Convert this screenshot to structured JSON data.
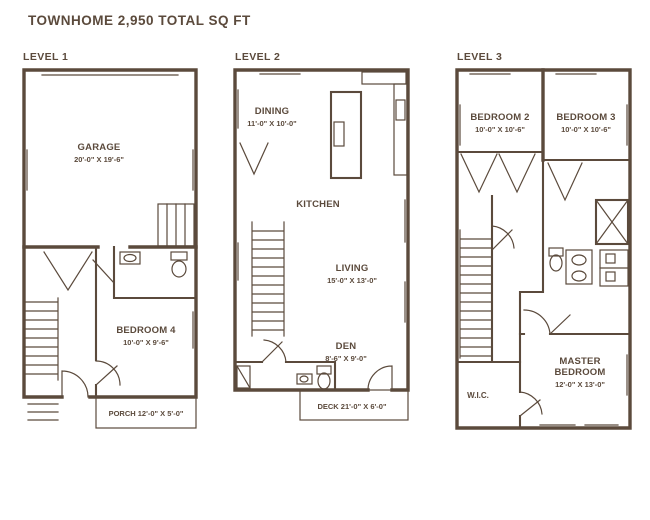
{
  "title": "TOWNHOME 2,950 TOTAL SQ FT",
  "colors": {
    "ink": "#5b4a3c",
    "background": "#ffffff"
  },
  "levels": [
    {
      "label": "LEVEL 1",
      "rooms": {
        "garage": {
          "name": "GARAGE",
          "dims": "20'-0\" X 19'-6\""
        },
        "bedroom4": {
          "name": "BEDROOM 4",
          "dims": "10'-0\" X 9'-6\""
        },
        "porch": {
          "name": "PORCH 12'-0\" X 5'-0\""
        }
      }
    },
    {
      "label": "LEVEL 2",
      "rooms": {
        "dining": {
          "name": "DINING",
          "dims": "11'-0\" X 10'-0\""
        },
        "kitchen": {
          "name": "KITCHEN"
        },
        "living": {
          "name": "LIVING",
          "dims": "15'-0\" X 13'-0\""
        },
        "den": {
          "name": "DEN",
          "dims": "8'-6\" X 9'-0\""
        },
        "deck": {
          "name": "DECK 21'-0\" X 6'-0\""
        }
      }
    },
    {
      "label": "LEVEL 3",
      "rooms": {
        "bedroom2": {
          "name": "BEDROOM 2",
          "dims": "10'-0\" X 10'-6\""
        },
        "bedroom3": {
          "name": "BEDROOM 3",
          "dims": "10'-0\" X 10'-6\""
        },
        "wic": {
          "name": "W.I.C."
        },
        "master": {
          "name1": "MASTER",
          "name2": "BEDROOM",
          "dims": "12'-0\" X 13'-0\""
        }
      }
    }
  ]
}
